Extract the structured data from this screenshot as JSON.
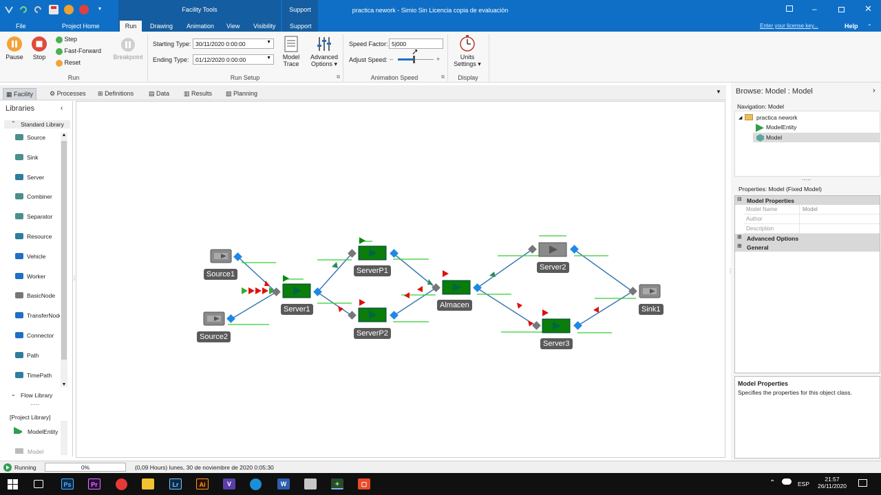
{
  "window": {
    "title": "practica nework - Simio Sin Licencia copia de evaluación",
    "context_tab_facility": "Facility Tools",
    "context_tab_support": "Support",
    "license_link": "Enter your license key...",
    "help": "Help"
  },
  "ribbon_tabs": [
    "File",
    "Project Home",
    "Run",
    "Drawing",
    "Animation",
    "View",
    "Visibility",
    "Support"
  ],
  "ribbon": {
    "run": {
      "pause": "Pause",
      "stop": "Stop",
      "step": "Step",
      "fast_forward": "Fast-Forward",
      "reset": "Reset",
      "breakpoint": "Breakpoint",
      "group": "Run"
    },
    "run_setup": {
      "starting_type_label": "Starting Type:",
      "starting_type_value": "30/11/2020 0:00:00",
      "ending_type_label": "Ending Type:",
      "ending_type_value": "01/12/2020 0:00:00",
      "model_trace_1": "Model",
      "model_trace_2": "Trace",
      "advanced_options_1": "Advanced",
      "advanced_options_2": "Options",
      "group": "Run Setup"
    },
    "animation_speed": {
      "speed_factor_label": "Speed Factor:",
      "speed_factor_value": "5|000",
      "adjust_speed_label": "Adjust Speed:",
      "minus": "–",
      "plus": "+",
      "slider_level": 0.45,
      "group": "Animation Speed"
    },
    "display": {
      "units_1": "Units",
      "units_2": "Settings",
      "group": "Display"
    }
  },
  "view_tabs": [
    "Facility",
    "Processes",
    "Definitions",
    "Data",
    "Results",
    "Planning"
  ],
  "libraries": {
    "title": "Libraries",
    "standard_header": "Standard Library",
    "standard_items": [
      "Source",
      "Sink",
      "Server",
      "Combiner",
      "Separator",
      "Resource",
      "Vehicle",
      "Worker",
      "BasicNode",
      "TransferNode",
      "Connector",
      "Path",
      "TimePath"
    ],
    "flow_header": "Flow Library",
    "project_header": "[Project Library]",
    "project_items": [
      "ModelEntity",
      "Model"
    ]
  },
  "model": {
    "nodes": [
      "Source1",
      "Source2",
      "Server1",
      "ServerP1",
      "ServerP2",
      "Almacen",
      "Server2",
      "Server3",
      "Sink1"
    ]
  },
  "browse": {
    "title": "Browse: Model : Model",
    "navigation_header": "Navigation: Model",
    "tree": [
      "practica nework",
      "ModelEntity",
      "Model"
    ],
    "properties_header": "Properties: Model (Fixed Model)",
    "sections": [
      "Model Properties",
      "Advanced Options",
      "General"
    ],
    "rows": [
      {
        "name": "Model Name",
        "value": "Model"
      },
      {
        "name": "Author",
        "value": ""
      },
      {
        "name": "Description",
        "value": ""
      }
    ],
    "help_title": "Model Properties",
    "help_text": "Specifies the properties for this object class."
  },
  "status": {
    "running": "Running",
    "progress": "0%",
    "time": "(0,09 Hours) lunes, 30 de noviembre de 2020 0:05:30"
  },
  "taskbar": {
    "lang": "ESP",
    "time": "21:57",
    "date": "26/11/2020"
  },
  "colors": {
    "accent": "#0f6fc6",
    "server_green": "#0a7d0a",
    "node_blue": "#1e88e5",
    "node_gray": "#777777",
    "queue_green": "#33cc33",
    "entity_red": "#e01010"
  }
}
